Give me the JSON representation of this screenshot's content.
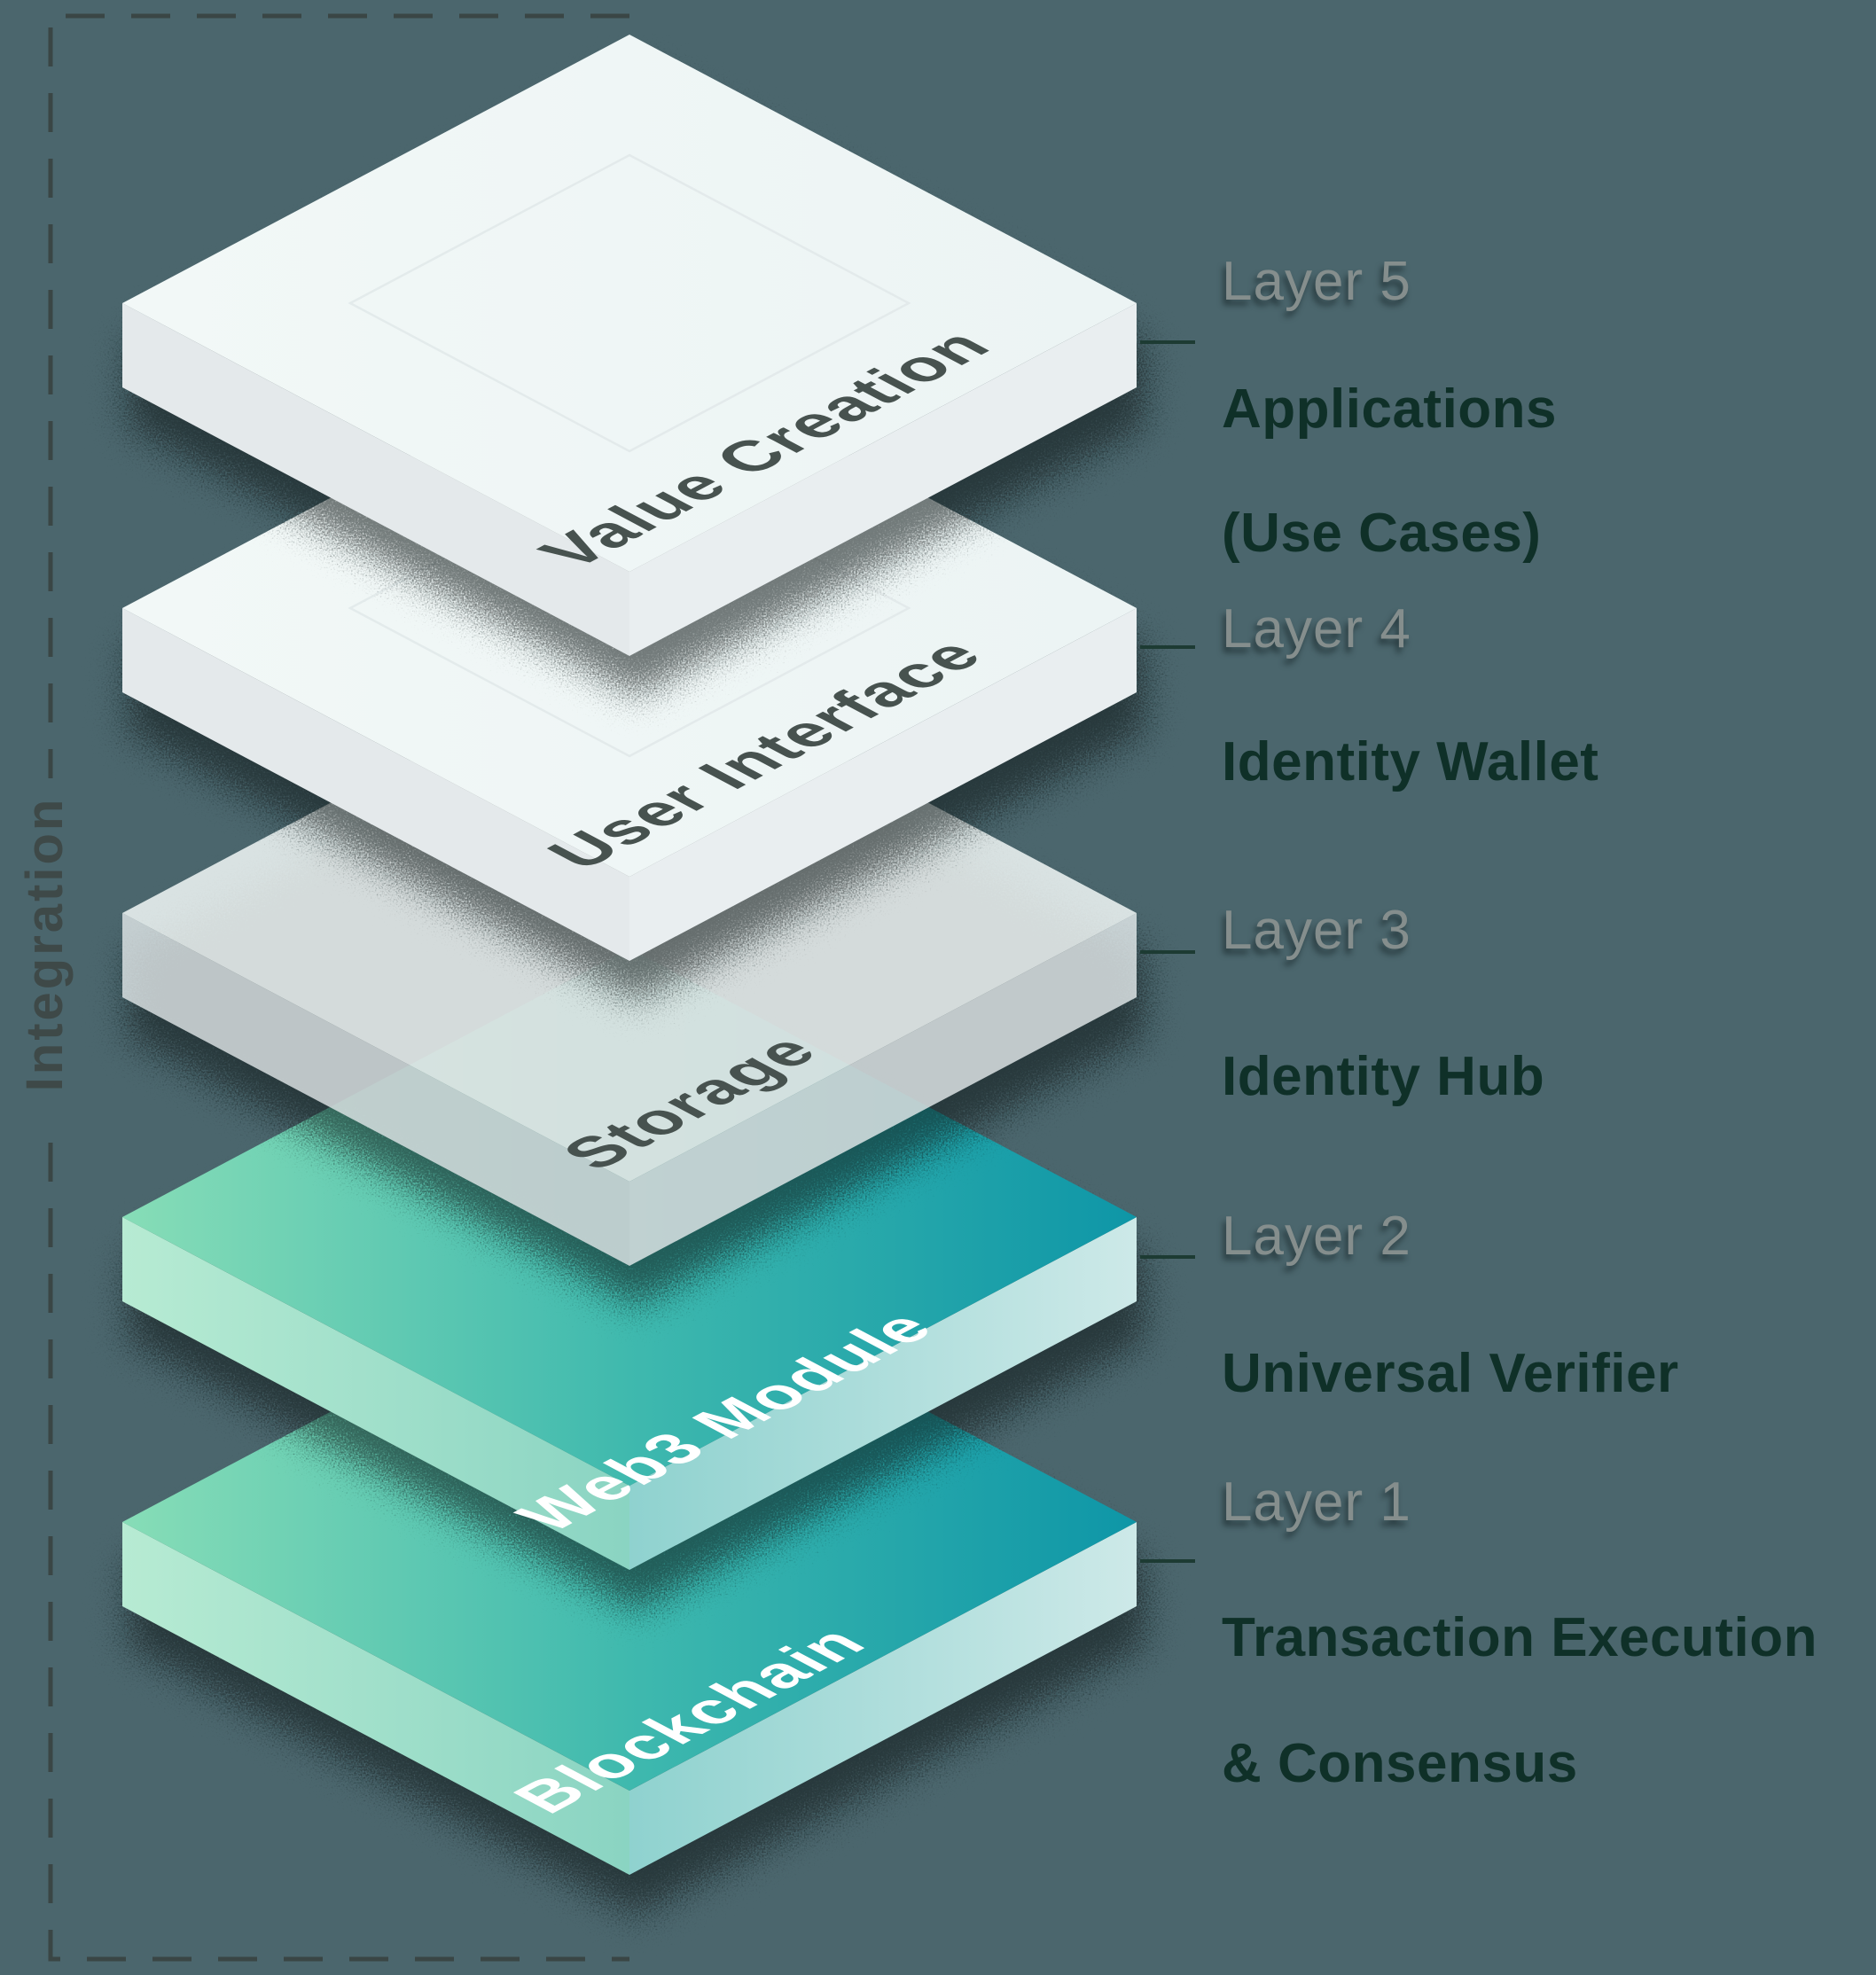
{
  "page": {
    "background_color": "#4B666D"
  },
  "diagram": {
    "integration_label": "Integration",
    "layers": [
      {
        "layer_tag": "Layer 5",
        "face_label": "Value Creation",
        "label_lines": [
          "Applications",
          "(Use Cases)"
        ]
      },
      {
        "layer_tag": "Layer 4",
        "face_label": "User Interface",
        "label_lines": [
          "Identity Wallet"
        ]
      },
      {
        "layer_tag": "Layer 3",
        "face_label": "Storage",
        "label_lines": [
          "Identity Hub"
        ]
      },
      {
        "layer_tag": "Layer 2",
        "face_label": "Web3 Module",
        "label_lines": [
          "Universal Verifier"
        ]
      },
      {
        "layer_tag": "Layer 1",
        "face_label": "Blockchain",
        "label_lines": [
          "Transaction Execution",
          "& Consensus"
        ]
      }
    ],
    "colors": {
      "background": "#4B666D",
      "layer_tag_text": "#858E8D",
      "label_text": "#0F3028",
      "face_text_dark": "#47524F",
      "face_text_light": "#FFFFFF",
      "white_layer_top": "#EFF6F5",
      "white_layer_left": "#E4E9EB",
      "white_layer_right": "#E9EEF0",
      "teal_gradient_start": "#87DDB7",
      "teal_gradient_mid": "#3FB9AE",
      "teal_gradient_end": "#0E96A7",
      "integration_text": "#3E4948",
      "dashed_border": "#3A4645",
      "connector_line": "#1D3B33",
      "shadow": "#0C1417"
    }
  }
}
